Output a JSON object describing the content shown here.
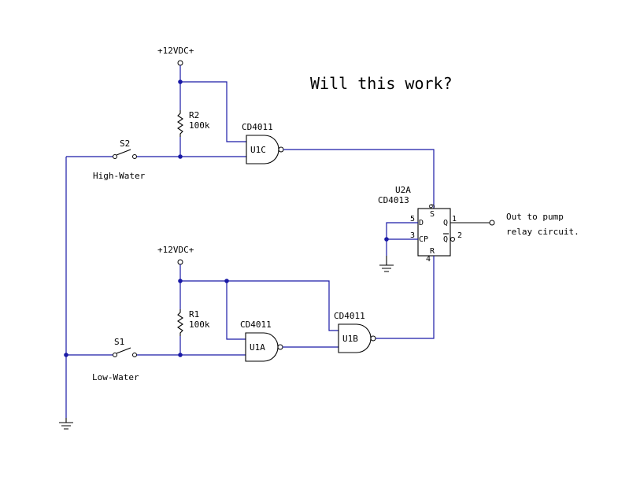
{
  "title": "Will this work?",
  "supply": {
    "top_label": "+12VDC+",
    "bottom_label": "+12VDC+"
  },
  "resistors": {
    "r2": {
      "ref": "R2",
      "value": "100k"
    },
    "r1": {
      "ref": "R1",
      "value": "100k"
    }
  },
  "switches": {
    "s2": {
      "ref": "S2",
      "caption": "High-Water"
    },
    "s1": {
      "ref": "S1",
      "caption": "Low-Water"
    }
  },
  "gates": {
    "u1c": {
      "part": "CD4011",
      "ref": "U1C"
    },
    "u1a": {
      "part": "CD4011",
      "ref": "U1A"
    },
    "u1b": {
      "part": "CD4011",
      "ref": "U1B"
    }
  },
  "flipflop": {
    "ref": "U2A",
    "part": "CD4013",
    "pins": {
      "d": "D",
      "cp": "CP",
      "q": "Q",
      "qbar": "Q",
      "s": "S",
      "r": "R",
      "n5": "5",
      "n3": "3",
      "n1": "1",
      "n2": "2",
      "n6": "6",
      "n4": "4"
    }
  },
  "output": {
    "line1": "Out to pump",
    "line2": "relay circuit."
  },
  "colors": {
    "wire": "#1a1aa6",
    "component": "#000000"
  }
}
